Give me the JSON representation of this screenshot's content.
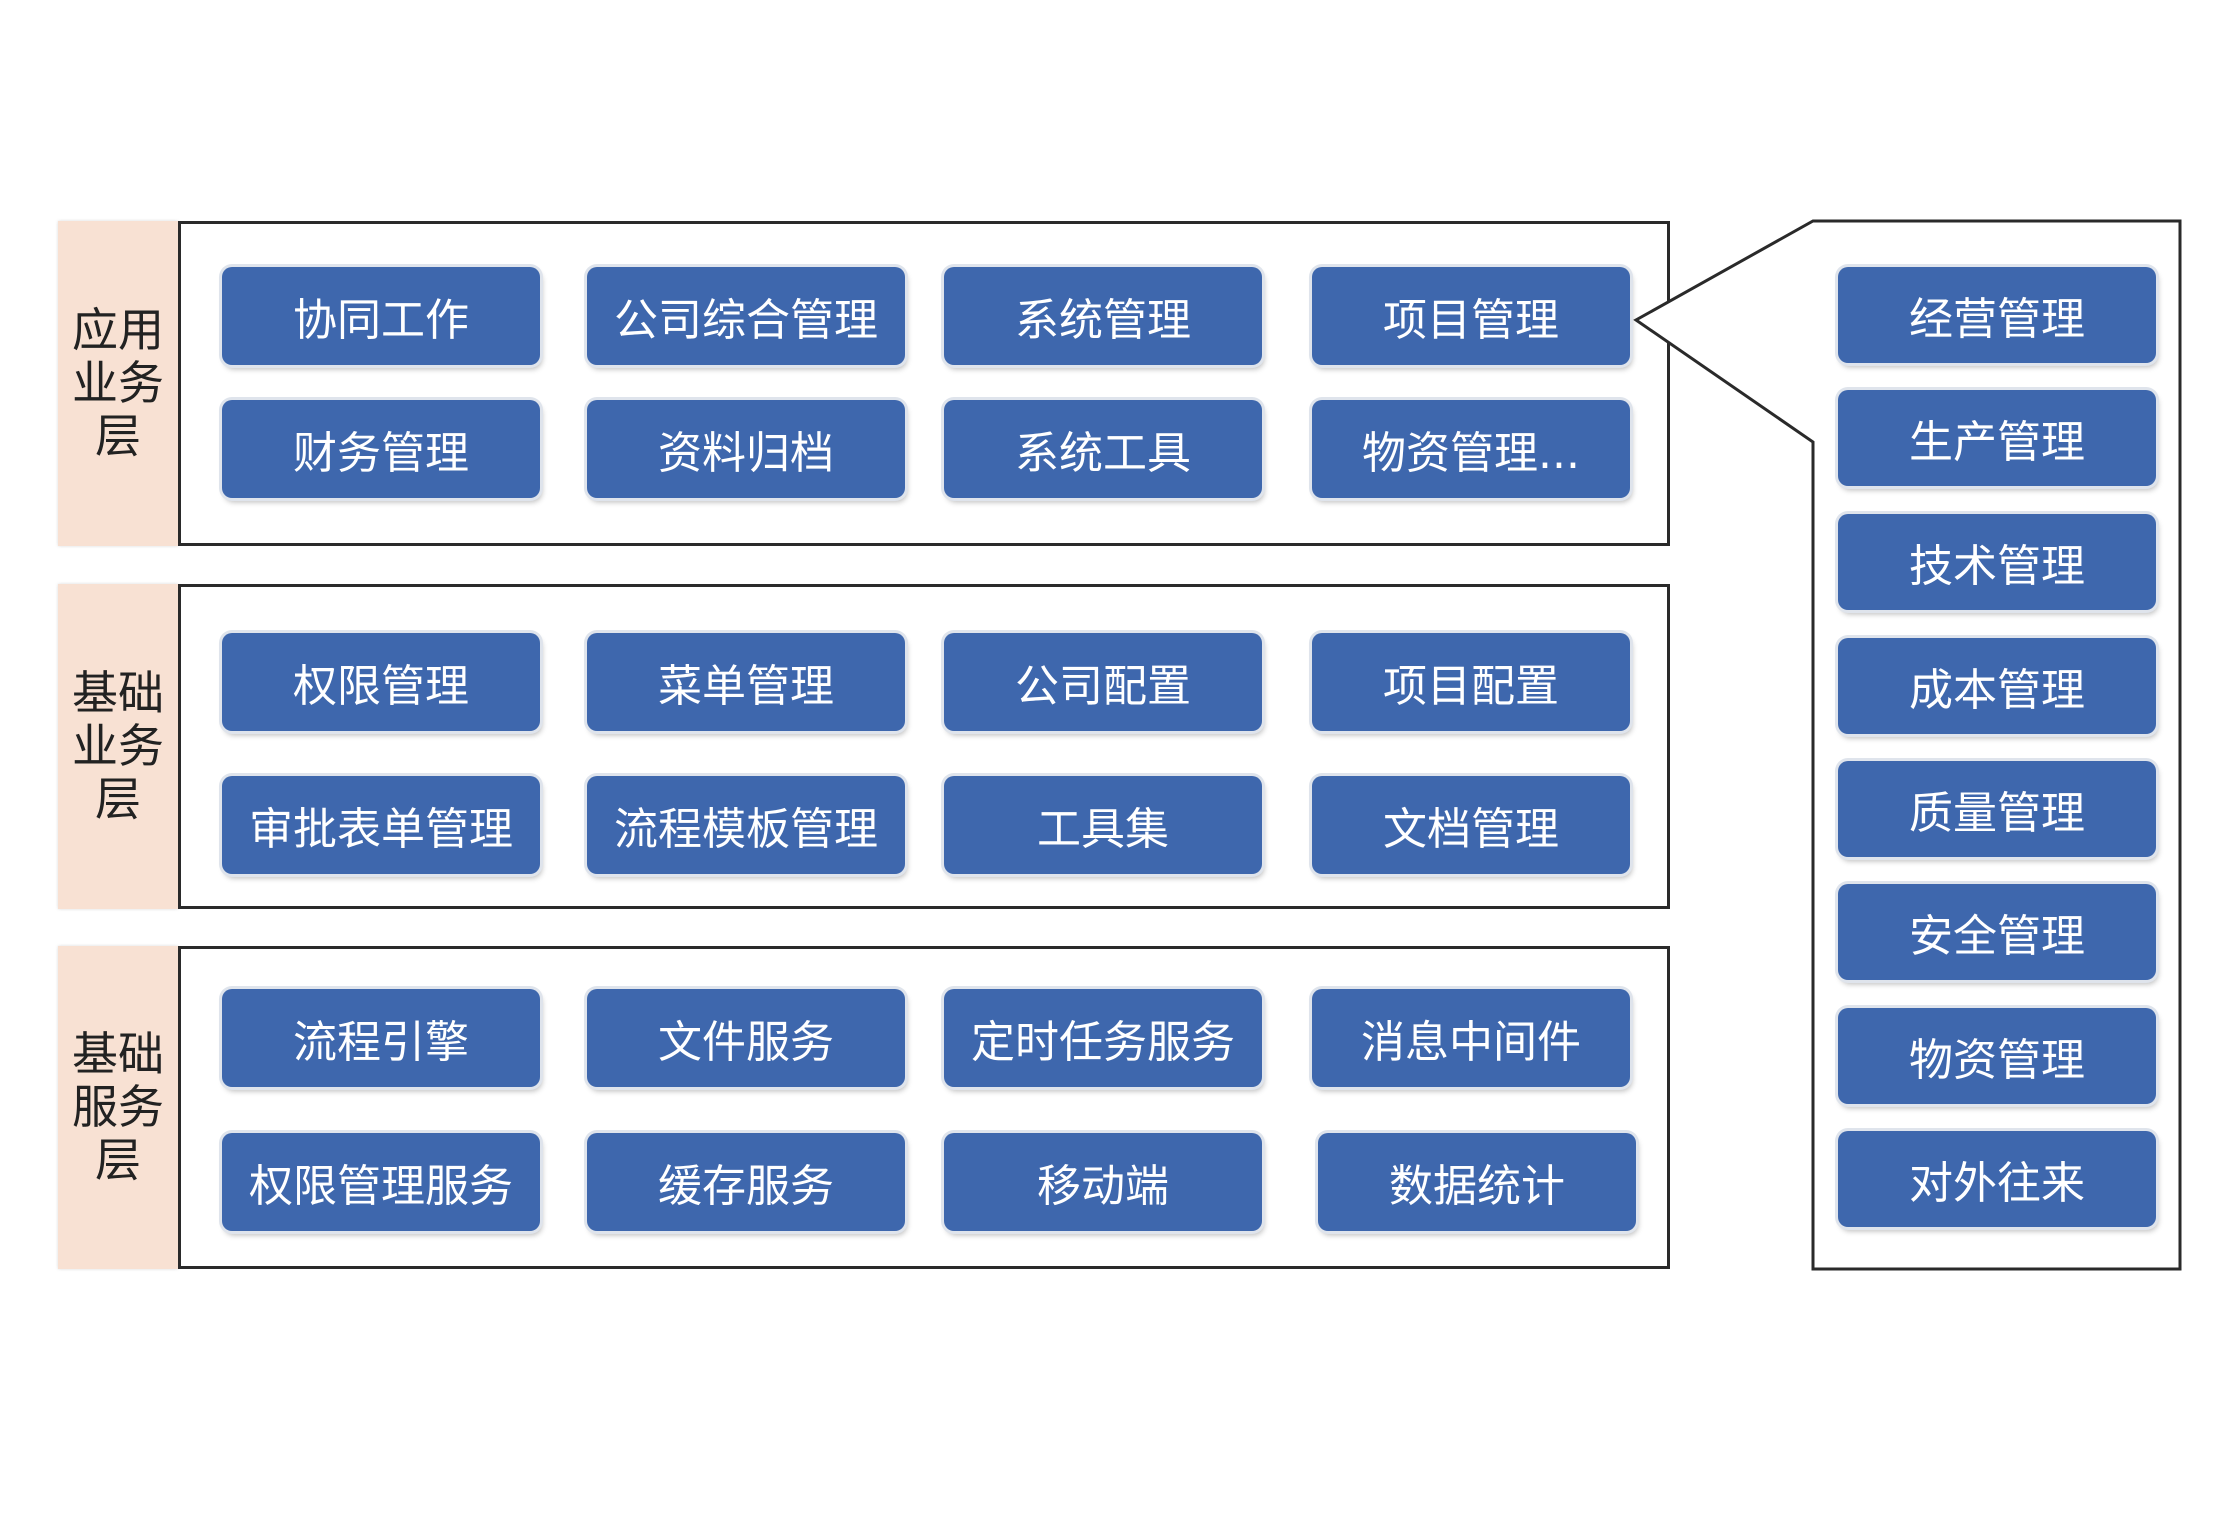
{
  "layers": [
    {
      "label": "应用业务层",
      "modules": [
        "协同工作",
        "公司综合管理",
        "系统管理",
        "项目管理",
        "财务管理",
        "资料归档",
        "系统工具",
        "物资管理..."
      ]
    },
    {
      "label": "基础业务层",
      "modules": [
        "权限管理",
        "菜单管理",
        "公司配置",
        "项目配置",
        "审批表单管理",
        "流程模板管理",
        "工具集",
        "文档管理"
      ]
    },
    {
      "label": "基础服务层",
      "modules": [
        "流程引擎",
        "文件服务",
        "定时任务服务",
        "消息中间件",
        "权限管理服务",
        "缓存服务",
        "移动端",
        "数据统计"
      ]
    }
  ],
  "expansion": {
    "modules": [
      "经营管理",
      "生产管理",
      "技术管理",
      "成本管理",
      "质量管理",
      "安全管理",
      "物资管理",
      "对外往来"
    ]
  },
  "colors": {
    "module_fill": "#3e67ad",
    "label_fill": "#f8e1d3",
    "border": "#2a2a2a"
  }
}
